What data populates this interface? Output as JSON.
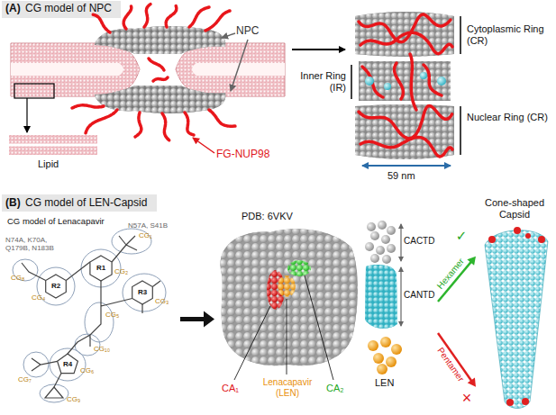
{
  "diagram": {
    "nodes": [
      {
        "text": [
          "CG model of Lenacapavir"
        ]
      },
      {
        "text": [
          "PDB: 6VKV"
        ]
      },
      {
        "text": [
          "CACTD",
          "CANTD",
          "LEN"
        ]
      },
      {
        "text": [
          "Cone-shaped Capsid"
        ]
      }
    ],
    "edges": [
      {
        "from": 0,
        "to": 1,
        "arrow": "to"
      },
      {
        "from": 2,
        "to": 3,
        "label": "Hexamer",
        "arrow": "to"
      },
      {
        "from": 2,
        "to": 3,
        "label": "Pentamer",
        "arrow": "to"
      }
    ],
    "labels": [
      "(A)",
      "CG model of NPC",
      "NPC",
      "Lipid",
      "FG-NUP98",
      "Cytoplasmic Ring (CR)",
      "Inner Ring (IR)",
      "Nuclear Ring (CR)",
      "59 nm",
      "(B)",
      "CG model of LEN-Capsid",
      "N57A, S41B",
      "N74A, K70A, Q179B, N183B",
      "R1",
      "R2",
      "R3",
      "R4",
      "CG₁",
      "CG₂",
      "CG₃",
      "CG₄",
      "CG₅",
      "CG₆",
      "CG₇",
      "CG₈",
      "CG₉",
      "CG₁₀",
      "CA₁",
      "Lenacapavir (LEN)",
      "CA₂",
      "✓",
      "×"
    ]
  }
}
